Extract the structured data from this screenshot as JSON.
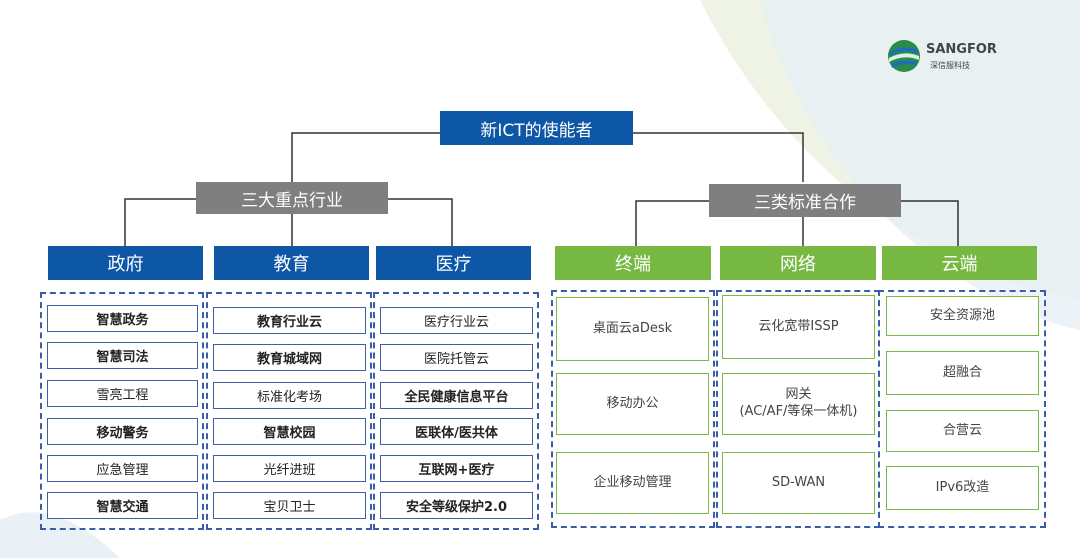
{
  "logo": {
    "name": "SANGFOR",
    "sub": "深信服科技"
  },
  "root": "新ICT的使能者",
  "groups": {
    "left": "三大重点行业",
    "right": "三类标准合作"
  },
  "columns": [
    {
      "title": "政府",
      "items": [
        "智慧政务",
        "智慧司法",
        "雪亮工程",
        "移动警务",
        "应急管理",
        "智慧交通"
      ]
    },
    {
      "title": "教育",
      "items": [
        "教育行业云",
        "教育城域网",
        "标准化考场",
        "智慧校园",
        "光纤进班",
        "宝贝卫士"
      ]
    },
    {
      "title": "医疗",
      "items": [
        "医疗行业云",
        "医院托管云",
        "全民健康信息平台",
        "医联体/医共体",
        "互联网+医疗",
        "安全等级保护2.0"
      ]
    },
    {
      "title": "终端",
      "items": [
        "桌面云aDesk",
        "移动办公",
        "企业移动管理"
      ]
    },
    {
      "title": "网络",
      "items": [
        "云化宽带ISSP",
        "网关\n(AC/AF/等保一体机)",
        "SD-WAN"
      ]
    },
    {
      "title": "云端",
      "items": [
        "安全资源池",
        "超融合",
        "合营云",
        "IPv6改造"
      ]
    }
  ],
  "colors": {
    "blue": "#0e57a6",
    "gray": "#7f7f7f",
    "green": "#77b843",
    "dash": "#3a5da8"
  }
}
